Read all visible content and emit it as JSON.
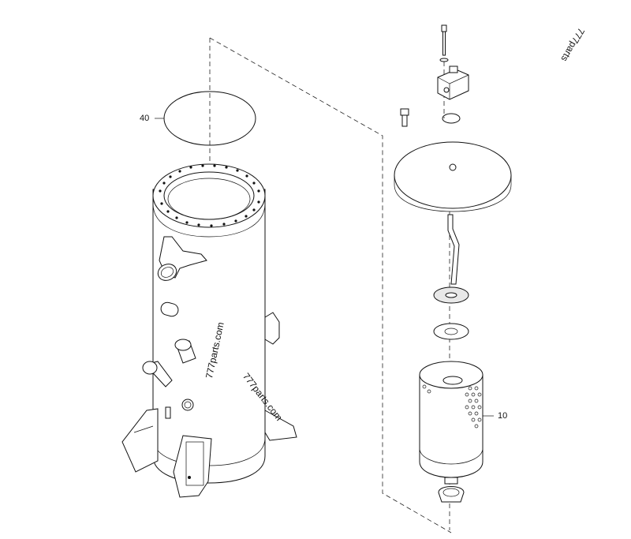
{
  "callouts": {
    "c40": "40",
    "c10": "10"
  },
  "watermarks": {
    "wm1": "777parts.com",
    "wm2": "777parts.com",
    "wm3": "777parts"
  }
}
